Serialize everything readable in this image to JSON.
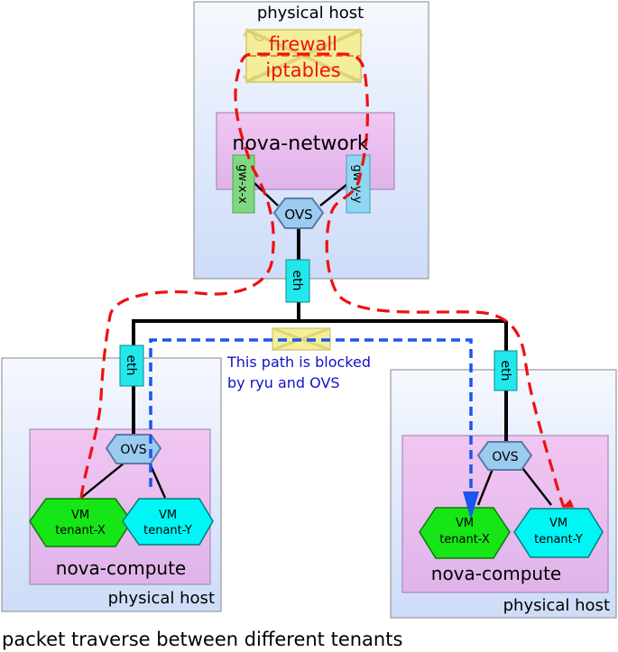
{
  "labels": {
    "top_host": "physical host",
    "firewall_line1": "firewall",
    "firewall_line2": "iptables",
    "nova_network": "nova-network",
    "gw_x": "gw-x-x",
    "gw_y": "gw-y-y",
    "ovs_top": "OVS",
    "eth_top": "eth",
    "eth_left": "eth",
    "eth_right": "eth",
    "blocked_line1": "This path is blocked",
    "blocked_line2": "by ryu and OVS",
    "ovs_left": "OVS",
    "ovs_right": "OVS",
    "vm": "VM",
    "tenant_x": "tenant-X",
    "tenant_y": "tenant-Y",
    "nova_compute": "nova-compute",
    "host_left": "physical host",
    "host_right": "physical host",
    "caption": "packet traverse between different tenants"
  },
  "colors": {
    "host_fill_top": "#f5f8fe",
    "host_fill_bottom": "#cddcf8",
    "nova_fill": "#efc1ef",
    "ovs_fill": "#9ccbf0",
    "eth_fill": "#22e8ec",
    "vm_x_fill": "#16e516",
    "vm_y_fill": "#00f5f5",
    "gw_x_fill": "#7fd87f",
    "gw_y_fill": "#8fd6f0",
    "firewall_fill": "#f4ee9a",
    "red_path": "#ee1111",
    "blue_path": "#1a55ee",
    "blocked_text": "#1111cc"
  }
}
